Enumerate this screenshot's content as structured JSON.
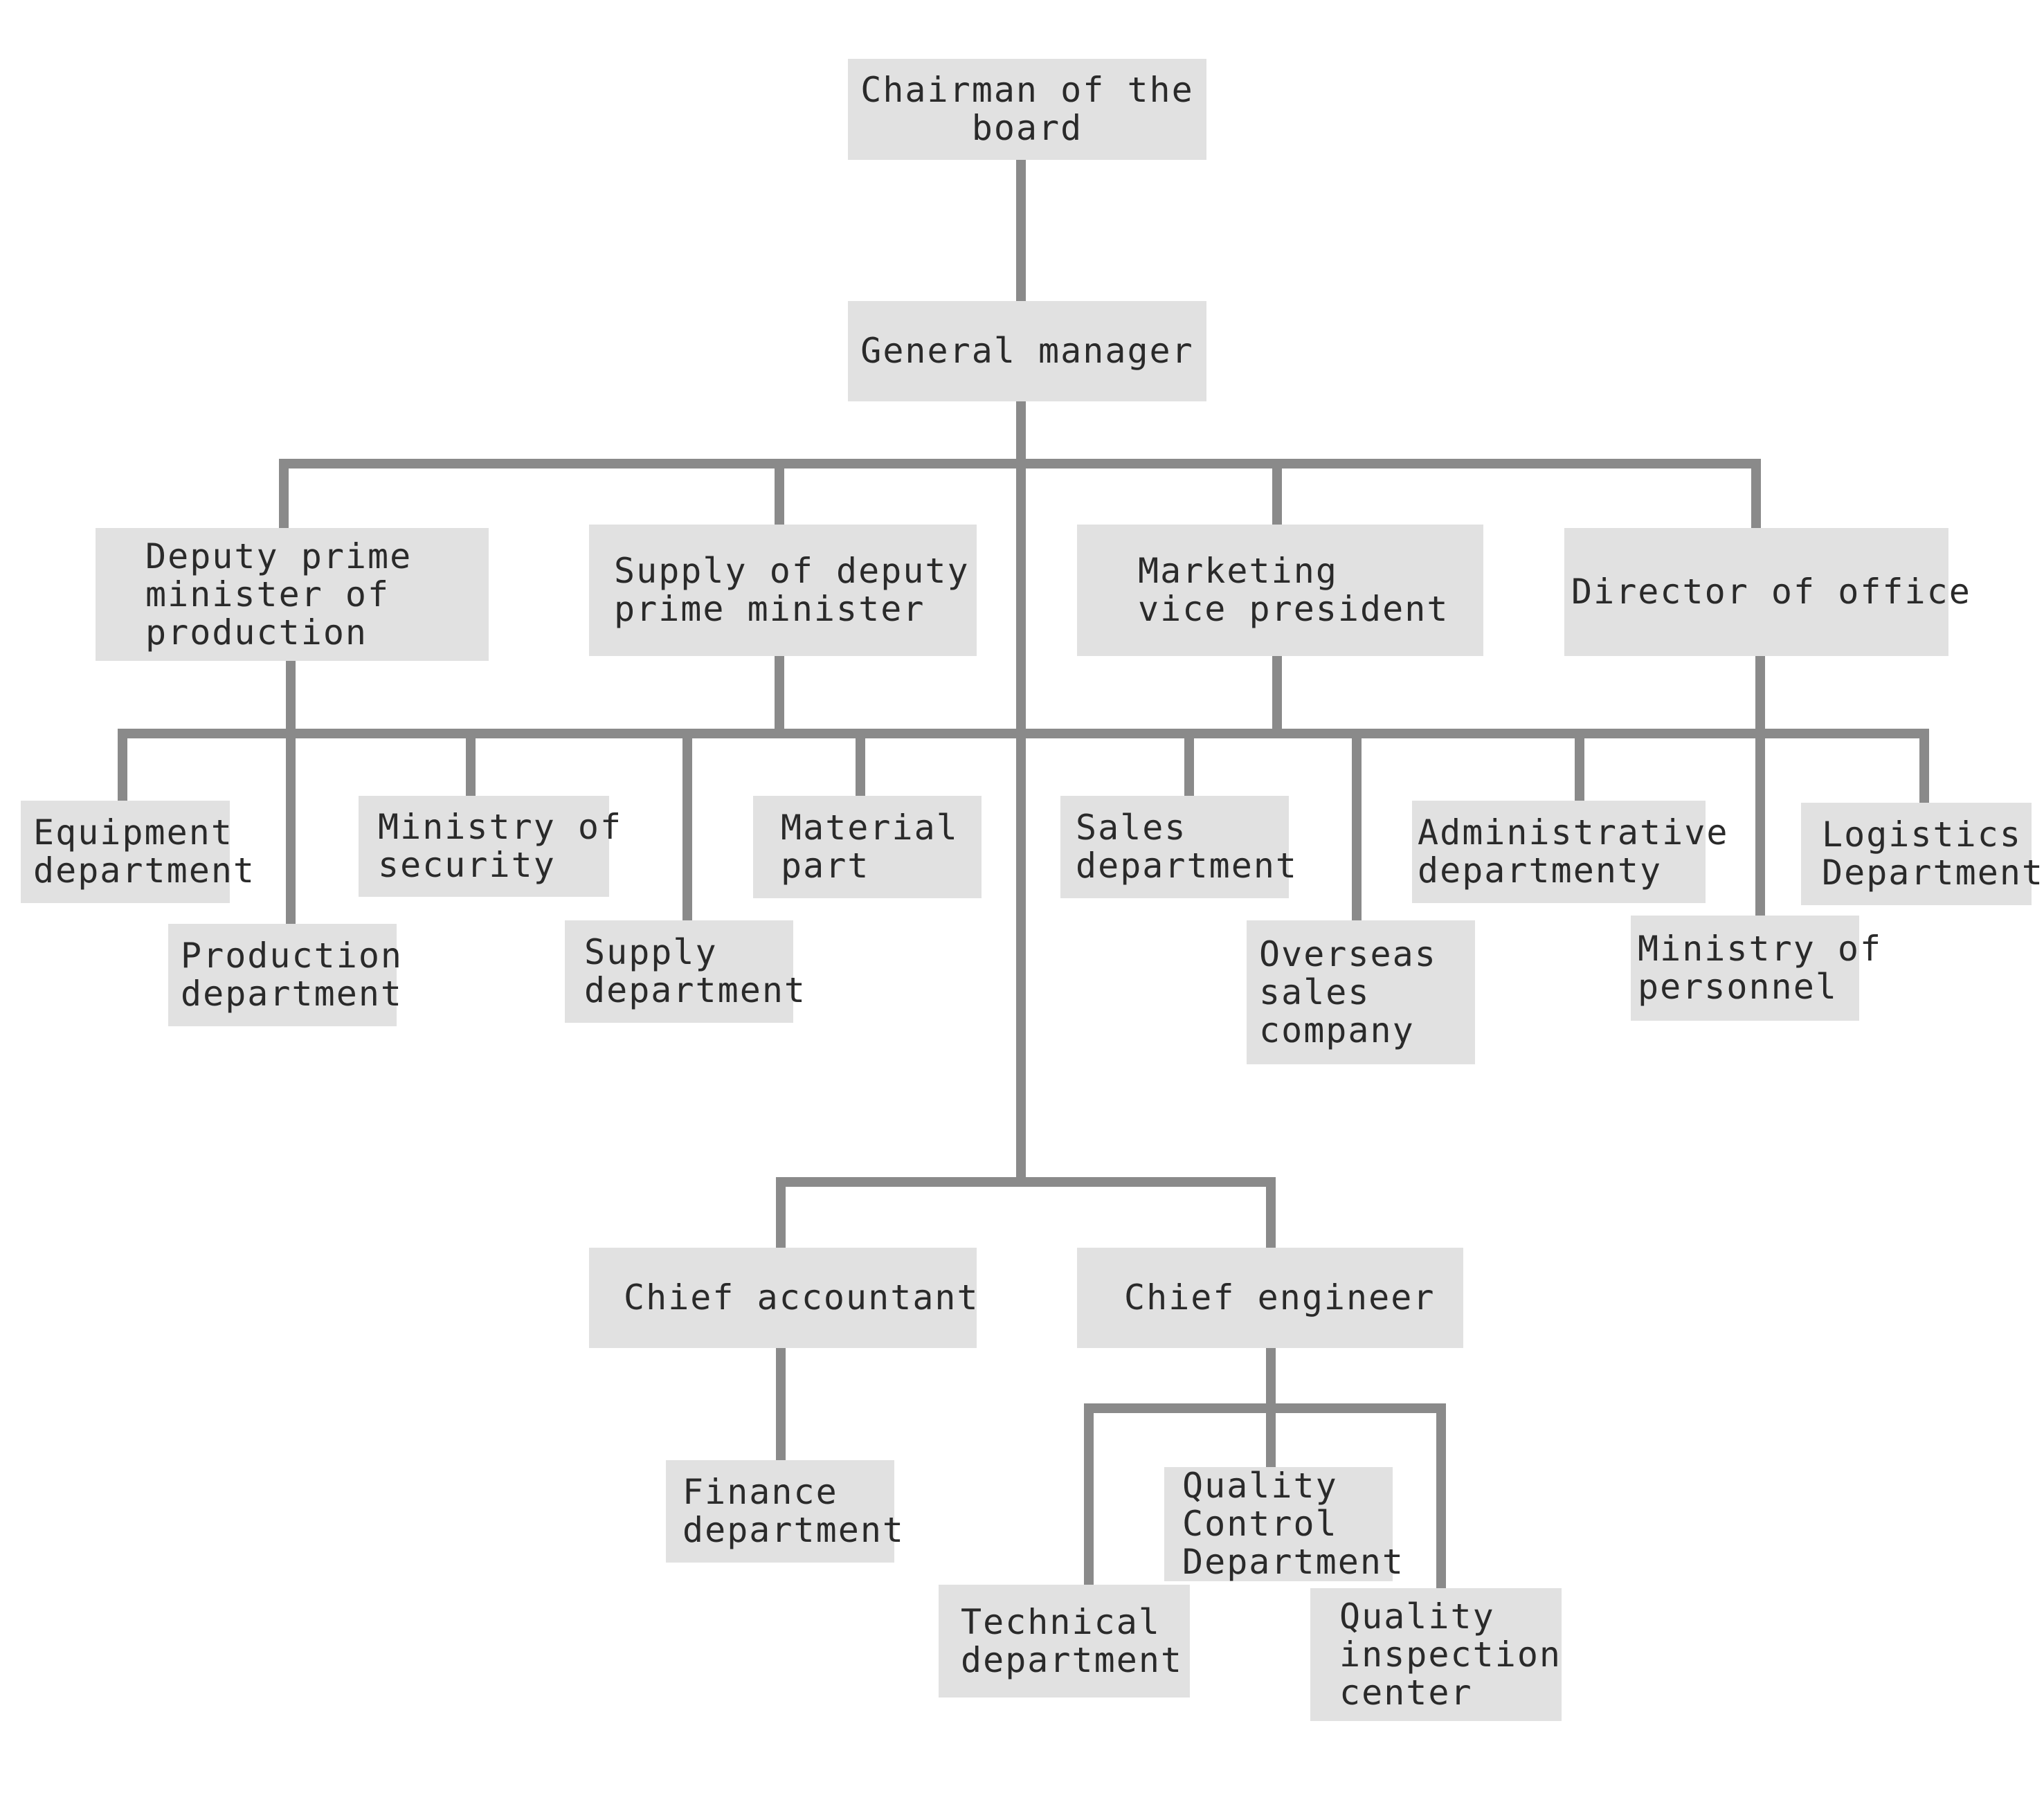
{
  "nodes": {
    "chairman": "Chairman of the\nboard",
    "general_manager": "General manager",
    "deputy_production": "Deputy prime\nminister of\nproduction",
    "supply_deputy": "Supply of deputy\nprime minister",
    "marketing_vp": "Marketing\nvice president",
    "director_office": "Director of office",
    "equipment_dept": "Equipment\ndepartment",
    "production_dept": "Production\ndepartment",
    "ministry_security": "Ministry of\nsecurity",
    "supply_dept": "Supply\ndepartment",
    "material_part": "Material\npart",
    "sales_dept": "Sales\ndepartment",
    "overseas_sales": "Overseas\nsales\ncompany",
    "administrative_dept": "Administrative\ndepartmenty",
    "ministry_personnel": "Ministry of\npersonnel",
    "logistics_dept": "Logistics\nDepartment",
    "chief_accountant": "Chief accountant",
    "chief_engineer": "Chief engineer",
    "finance_dept": "Finance\ndepartment",
    "quality_control": "Quality\nControl\nDepartment",
    "technical_dept": "Technical\ndepartment",
    "quality_inspection": "Quality\ninspection\ncenter"
  },
  "colors": {
    "box_fill": "#e1e1e1",
    "connector": "#8a8a8a",
    "text": "#2a2a2a"
  }
}
